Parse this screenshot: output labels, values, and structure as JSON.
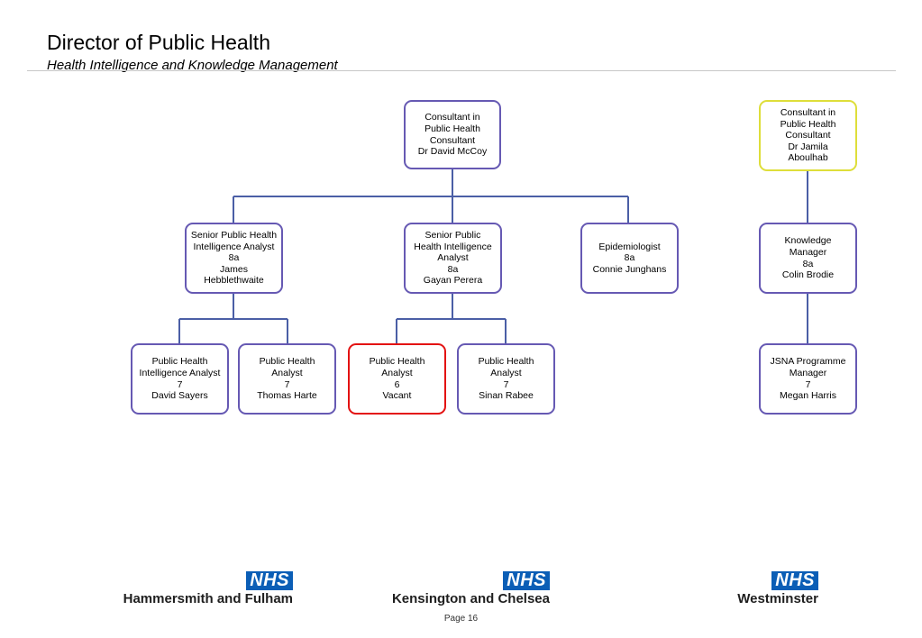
{
  "header": {
    "title": "Director of Public Health",
    "subtitle": "Health Intelligence and Knowledge Management"
  },
  "colors": {
    "box_border": "#6659b3",
    "highlight_yellow": "#dede3a",
    "highlight_red": "#e31212",
    "nhs_blue": "#0b5eb6"
  },
  "boxes": {
    "consultant_mccoy": [
      "Consultant in",
      "Public Health",
      "Consultant",
      "Dr David McCoy"
    ],
    "consultant_aboulhab": [
      "Consultant in",
      "Public Health",
      "Consultant",
      "Dr Jamila",
      "Aboulhab"
    ],
    "senior_hebblethwaite": [
      "Senior Public Health",
      "Intelligence Analyst",
      "8a",
      "James",
      "Hebblethwaite"
    ],
    "senior_perera": [
      "Senior Public",
      "Health Intelligence",
      "Analyst",
      "8a",
      "Gayan Perera"
    ],
    "epidemiologist": [
      "Epidemiologist",
      "8a",
      "Connie Junghans"
    ],
    "knowledge_manager": [
      "Knowledge",
      "Manager",
      "8a",
      "Colin Brodie"
    ],
    "analyst_sayers": [
      "Public Health",
      "Intelligence Analyst",
      "7",
      "David Sayers"
    ],
    "analyst_harte": [
      "Public Health",
      "Analyst",
      "7",
      "Thomas Harte"
    ],
    "analyst_vacant": [
      "Public Health",
      "Analyst",
      "6",
      "Vacant"
    ],
    "analyst_rabee": [
      "Public Health",
      "Analyst",
      "7",
      "Sinan Rabee"
    ],
    "jsna_manager": [
      "JSNA Programme",
      "Manager",
      "7",
      "Megan Harris"
    ]
  },
  "logos": [
    {
      "nhs": "NHS",
      "org": "Hammersmith and Fulham"
    },
    {
      "nhs": "NHS",
      "org": "Kensington and Chelsea"
    },
    {
      "nhs": "NHS",
      "org": "Westminster"
    }
  ],
  "footer": {
    "page": "Page 16"
  }
}
